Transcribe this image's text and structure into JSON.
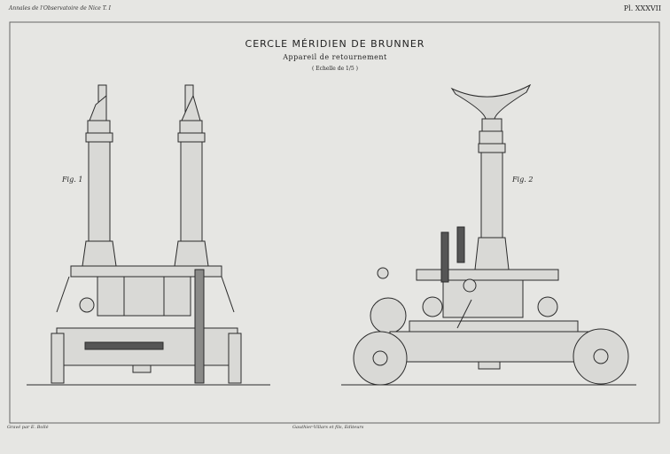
{
  "header": {
    "left_note": "Annales de l'Observatoire de Nice T. I",
    "plate_number": "Pl. XXXVII"
  },
  "title": "CERCLE MÉRIDIEN DE BRUNNER",
  "subtitle": "Appareil de retournement",
  "scale": "( Echelle de 1/5 )",
  "figures": {
    "fig1_label": "Fig. 1",
    "fig2_label": "Fig. 2"
  },
  "footer": {
    "engraver": "Gravé par E. Bollé",
    "publisher": "Gauthier-Villars et fils, Editeurs"
  },
  "colors": {
    "paper": "#e6e6e3",
    "ink": "#2b2b2b",
    "frame": "#555555"
  }
}
